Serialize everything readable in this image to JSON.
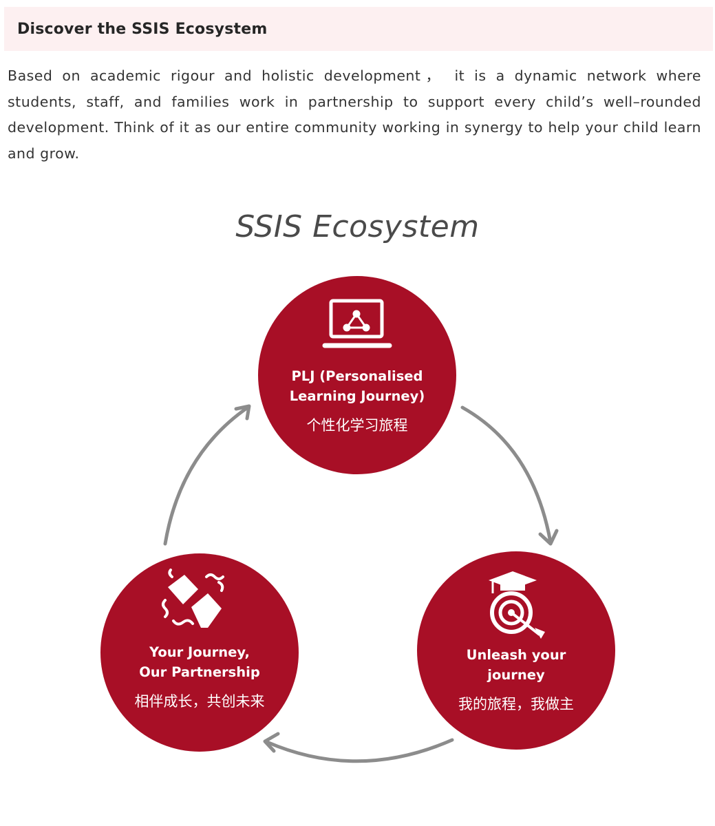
{
  "section": {
    "title": "Discover the SSIS Ecosystem"
  },
  "intro": {
    "text": "Based on academic rigour and holistic development， it is a dynamic network where students, staff, and families work in partnership to support every child’s well–rounded development. Think of it as our entire community working in synergy to help your child learn and grow."
  },
  "diagram": {
    "title": "SSIS Ecosystem",
    "colors": {
      "circle": "#a80f26",
      "arrow": "#8c8c8c"
    },
    "nodes": [
      {
        "id": "plj",
        "icon": "laptop-network-icon",
        "label_en": "PLJ (Personalised\nLearning Journey)",
        "label_zh": "个性化学习旅程"
      },
      {
        "id": "unleash",
        "icon": "graduation-target-icon",
        "label_en": "Unleash your\njourney",
        "label_zh": "我的旅程，我做主"
      },
      {
        "id": "partnership",
        "icon": "handshake-icon",
        "label_en": "Your Journey,\nOur Partnership",
        "label_zh": "相伴成长，共创未来"
      }
    ]
  }
}
